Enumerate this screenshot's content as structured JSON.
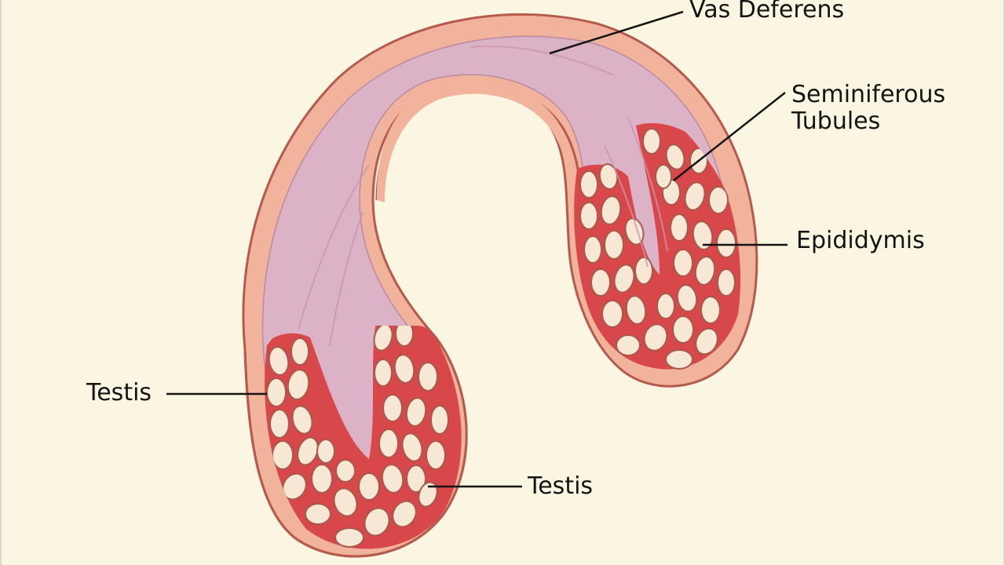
{
  "diagram": {
    "labels": {
      "vas_deferens": "Vas Deferens",
      "seminiferous_tubules": "Seminiferous\nTubules",
      "epididymis": "Epididymis",
      "testis_left": "Testis",
      "testis_bottom": "Testis"
    },
    "colors": {
      "background": "#fbf6e2",
      "outer_wall": "#f1b39c",
      "outer_stroke": "#b55a4c",
      "duct_fill": "#dcb3c6",
      "tissue_red": "#d8474a",
      "tubule_fill": "#f7e8d6",
      "tubule_stroke": "#a55a4b",
      "leader_line": "#141414"
    }
  }
}
